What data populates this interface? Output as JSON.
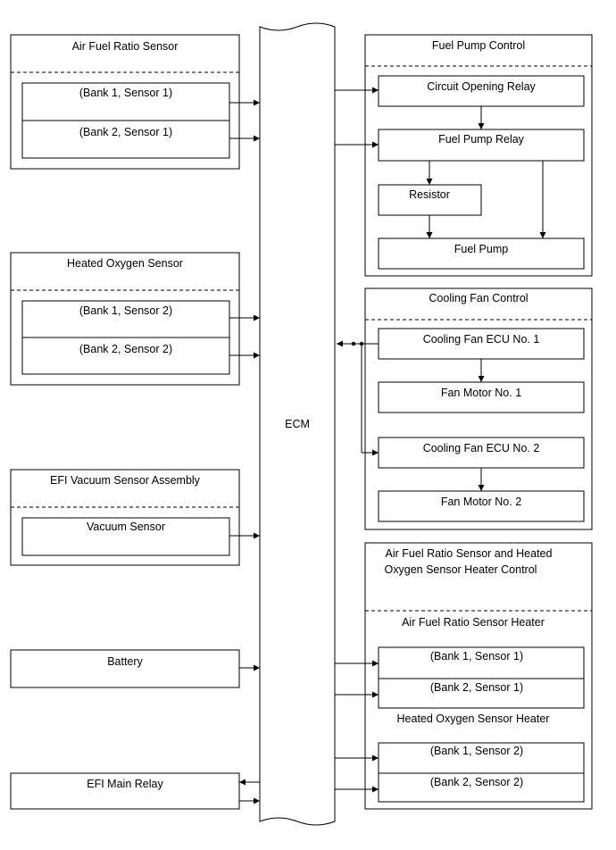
{
  "ecm": {
    "label": "ECM"
  },
  "left": {
    "afr_sensor": {
      "title": "Air Fuel Ratio Sensor",
      "items": [
        "(Bank 1, Sensor 1)",
        "(Bank 2, Sensor 1)"
      ]
    },
    "ho2_sensor": {
      "title": "Heated Oxygen Sensor",
      "items": [
        "(Bank 1, Sensor 2)",
        "(Bank 2, Sensor 2)"
      ]
    },
    "vacuum": {
      "title": "EFI Vacuum Sensor Assembly",
      "item": "Vacuum Sensor"
    },
    "battery": {
      "label": "Battery"
    },
    "main_relay": {
      "label": "EFI Main Relay"
    }
  },
  "right": {
    "fuel_pump_control": {
      "title": "Fuel Pump Control",
      "circuit_opening_relay": "Circuit Opening Relay",
      "fuel_pump_relay": "Fuel Pump Relay",
      "resistor": "Resistor",
      "fuel_pump": "Fuel Pump"
    },
    "cooling_fan_control": {
      "title": "Cooling Fan Control",
      "ecu1": "Cooling Fan ECU No. 1",
      "motor1": "Fan Motor No. 1",
      "ecu2": "Cooling Fan ECU No. 2",
      "motor2": "Fan Motor No. 2"
    },
    "heater_control": {
      "title_line1": "Air Fuel Ratio Sensor and Heated",
      "title_line2": "Oxygen Sensor Heater Control",
      "afr_heater_title": "Air Fuel Ratio Sensor Heater",
      "afr_heater_items": [
        "(Bank 1, Sensor 1)",
        "(Bank 2, Sensor 1)"
      ],
      "ho2_heater_title": "Heated Oxygen Sensor Heater",
      "ho2_heater_items": [
        "(Bank 1, Sensor 2)",
        "(Bank 2, Sensor 2)"
      ]
    }
  }
}
